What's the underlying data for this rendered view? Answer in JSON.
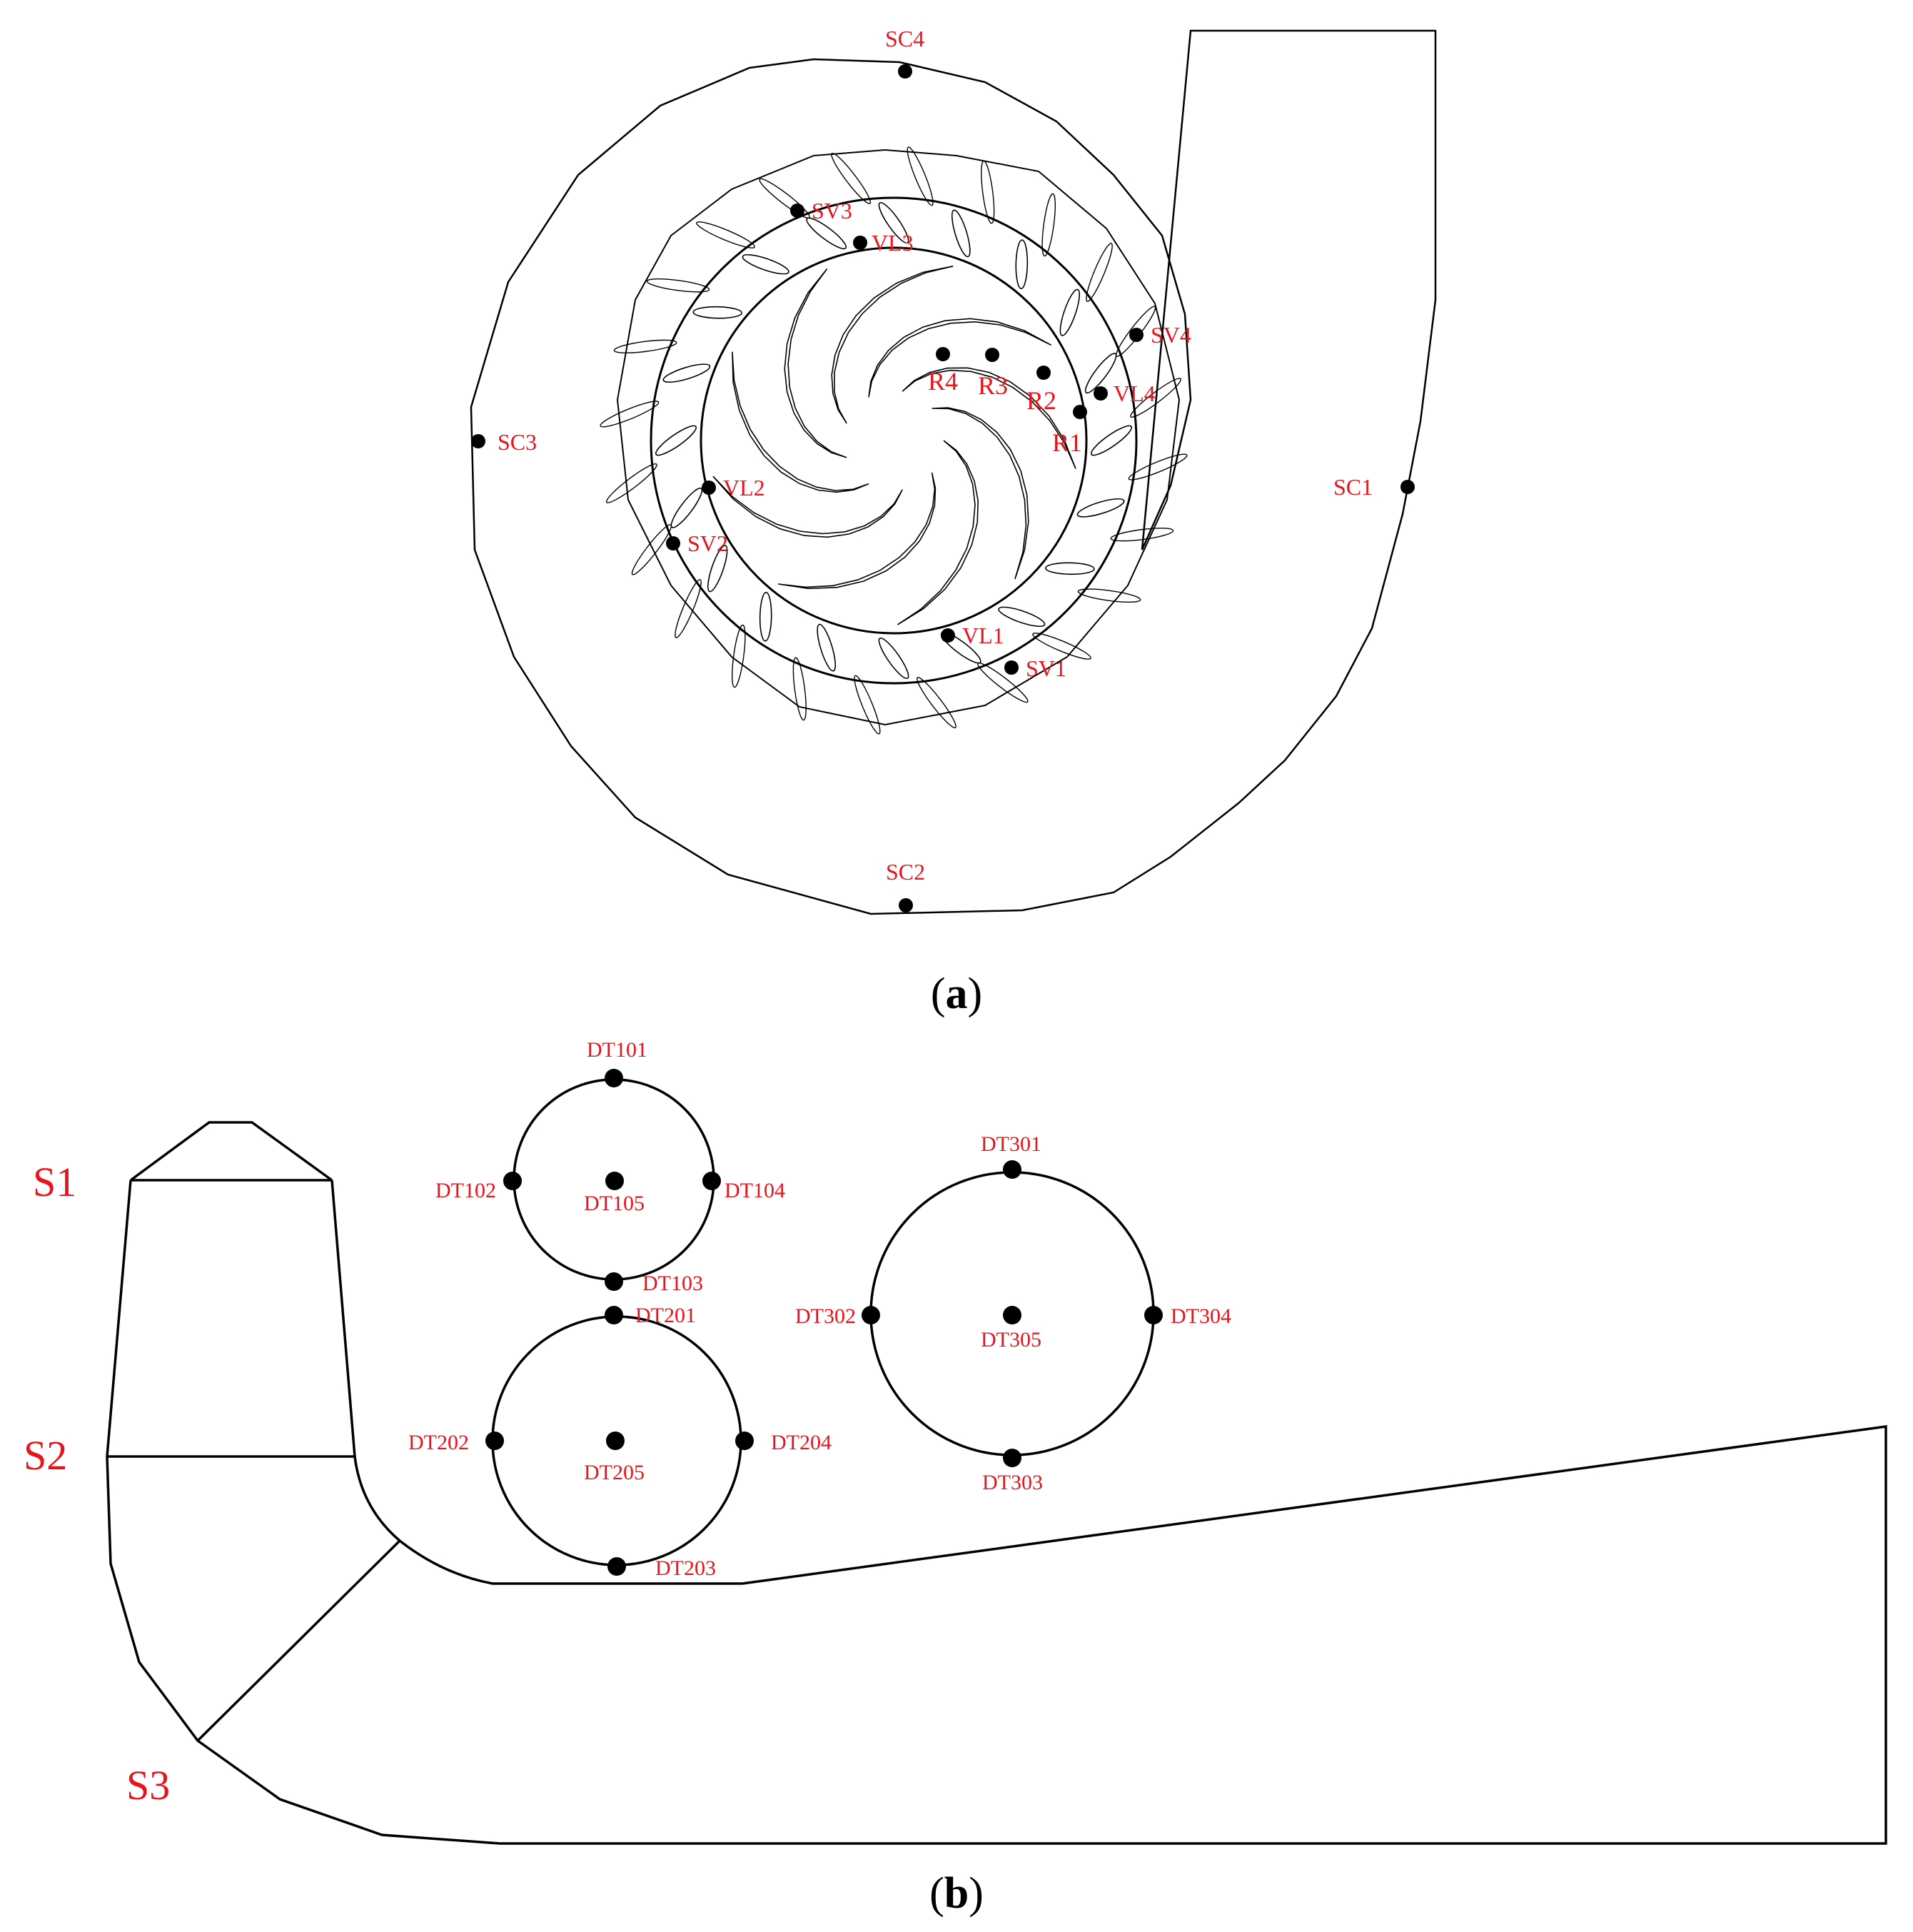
{
  "colors": {
    "label": "#e8141c",
    "line": "#000000",
    "background": "#ffffff"
  },
  "panel_a": {
    "caption": "a",
    "labels": {
      "SC1": "SC1",
      "SC2": "SC2",
      "SC3": "SC3",
      "SC4": "SC4",
      "SV1": "SV1",
      "SV2": "SV2",
      "SV3": "SV3",
      "SV4": "SV4",
      "VL1": "VL1",
      "VL2": "VL2",
      "VL3": "VL3",
      "VL4": "VL4",
      "R1": "R1",
      "R2": "R2",
      "R3": "R3",
      "R4": "R4"
    }
  },
  "panel_b": {
    "caption": "b",
    "sections": {
      "S1": "S1",
      "S2": "S2",
      "S3": "S3"
    },
    "labels": {
      "DT101": "DT101",
      "DT102": "DT102",
      "DT103": "DT103",
      "DT104": "DT104",
      "DT105": "DT105",
      "DT201": "DT201",
      "DT202": "DT202",
      "DT203": "DT203",
      "DT204": "DT204",
      "DT205": "DT205",
      "DT301": "DT301",
      "DT302": "DT302",
      "DT303": "DT303",
      "DT304": "DT304",
      "DT305": "DT305"
    }
  }
}
